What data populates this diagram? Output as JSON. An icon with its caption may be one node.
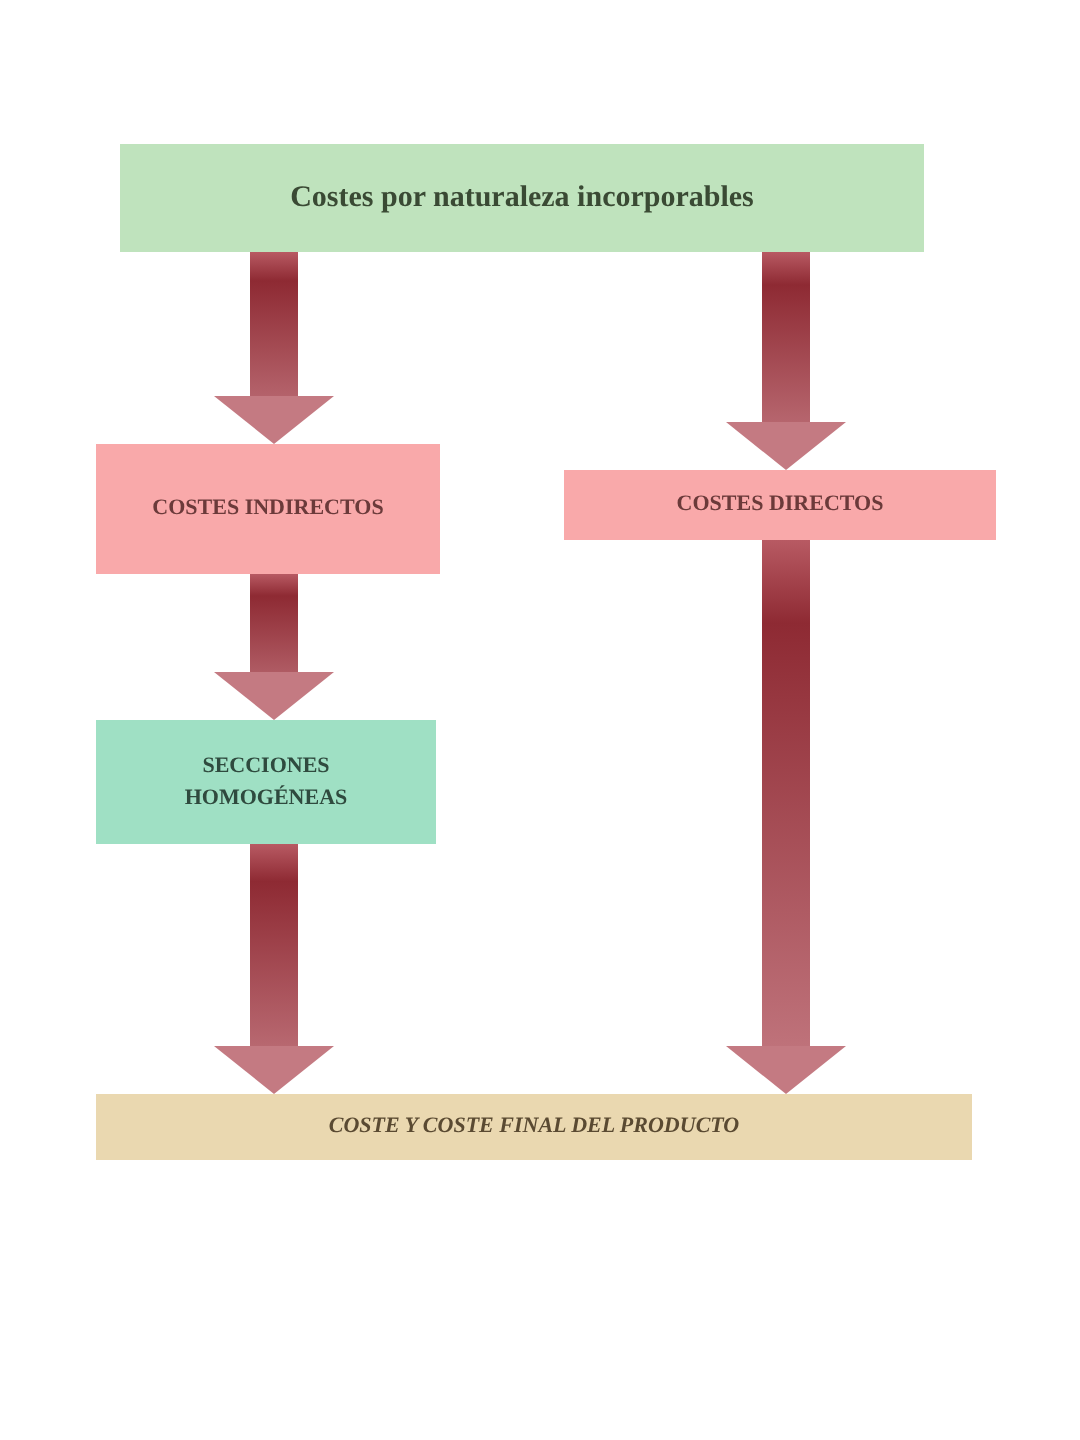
{
  "diagram": {
    "nodes": [
      {
        "text": [
          "Costes por naturaleza incorporables"
        ]
      },
      {
        "text": [
          "COSTES INDIRECTOS"
        ]
      },
      {
        "text": [
          "COSTES DIRECTOS"
        ]
      },
      {
        "text": [
          "SECCIONES HOMOGÉNEAS"
        ]
      },
      {
        "text": [
          "COSTE Y COSTE FINAL DEL PRODUCTO"
        ]
      }
    ],
    "edges": [
      {
        "from": 0,
        "to": 1,
        "arrow": "to"
      },
      {
        "from": 0,
        "to": 2,
        "arrow": "to"
      },
      {
        "from": 1,
        "to": 3,
        "arrow": "to"
      },
      {
        "from": 3,
        "to": 4,
        "arrow": "to"
      },
      {
        "from": 2,
        "to": 4,
        "arrow": "to"
      }
    ]
  }
}
